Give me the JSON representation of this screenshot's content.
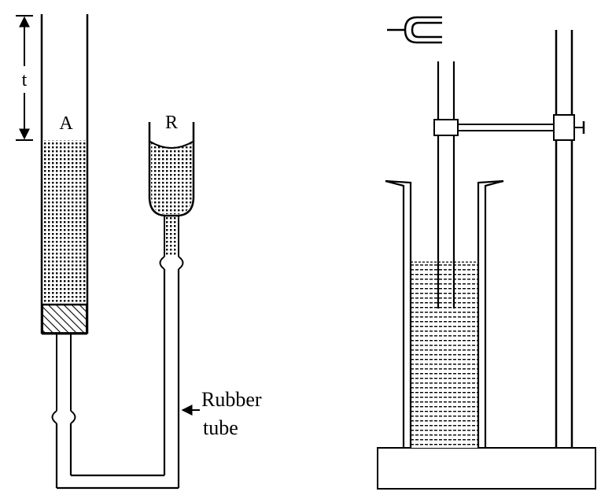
{
  "labels": {
    "length_marker": "t",
    "tube_a": "A",
    "reservoir": "R",
    "rubber_tube_line1": "Rubber",
    "rubber_tube_line2": "tube"
  },
  "colors": {
    "ink": "#000000",
    "paper": "#ffffff"
  },
  "icons": {
    "left_apparatus": "resonance-tube-with-reservoir",
    "right_apparatus": "resonance-tube-in-water-jar",
    "tuning_fork": "tuning-fork-icon"
  }
}
